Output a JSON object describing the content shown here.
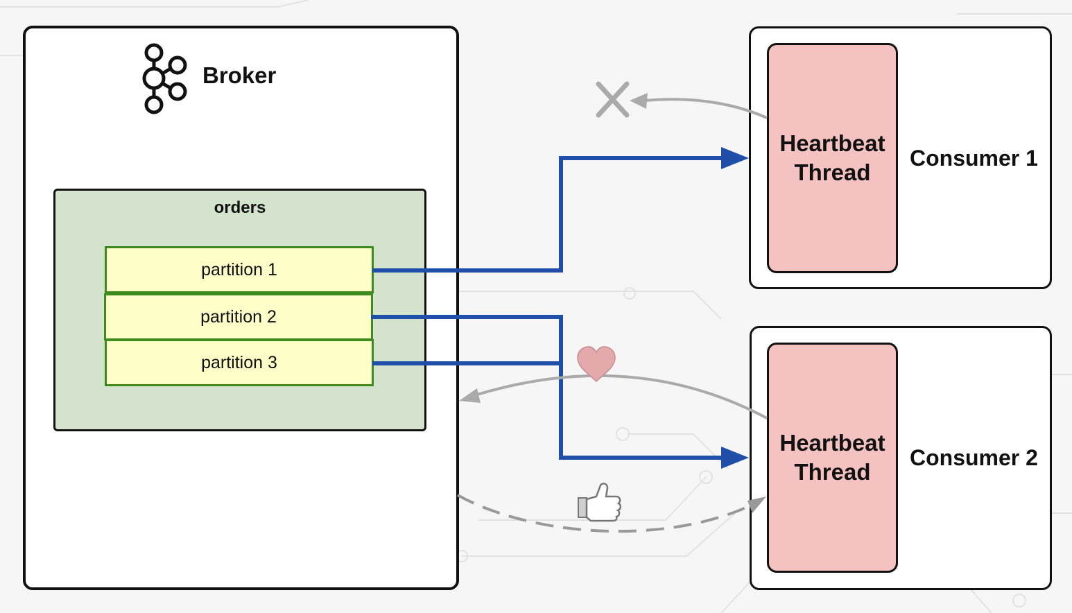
{
  "broker": {
    "title": "Broker",
    "icon": "kafka-logo-icon"
  },
  "topic": {
    "name": "orders",
    "partitions": [
      {
        "label": "partition 1"
      },
      {
        "label": "partition 2"
      },
      {
        "label": "partition 3"
      }
    ]
  },
  "consumers": [
    {
      "label": "Consumer 1",
      "thread_line1": "Heartbeat",
      "thread_line2": "Thread",
      "heartbeat_status": "failed",
      "status_icon": "x-icon"
    },
    {
      "label": "Consumer 2",
      "thread_line1": "Heartbeat",
      "thread_line2": "Thread",
      "heartbeat_status": "ok",
      "status_icon": "heart-icon",
      "ack_icon": "thumbs-up-icon"
    }
  ],
  "colors": {
    "assignment_arrow": "#1f4fa8",
    "heartbeat_arrow": "#aaaaaa",
    "heartbeat_thread_fill": "#f4c2c0",
    "topic_fill": "#d3e3cd",
    "partition_fill": "#fdfec8",
    "partition_border": "#3f8a1f",
    "heart": "#e3a9ab"
  }
}
